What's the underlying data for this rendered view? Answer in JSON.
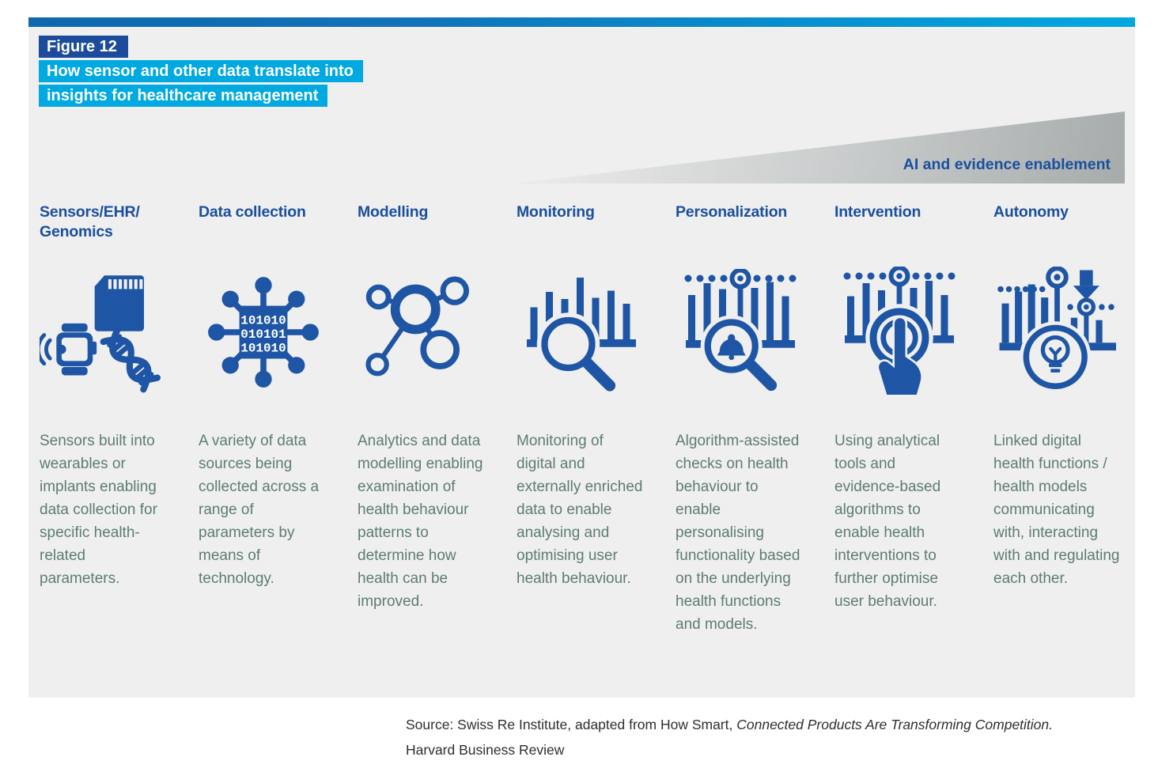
{
  "figure": {
    "label": "Figure 12",
    "title_line1": "How sensor and other data translate into",
    "title_line2": "insights for healthcare management"
  },
  "banner": {
    "label": "AI and evidence enablement"
  },
  "columns": [
    {
      "header": "Sensors/EHR/ Genomics",
      "icon": "wearables-sd-dna-icon",
      "description": "Sensors built into wearables or implants enabling data collection for specific health-related parameters."
    },
    {
      "header": "Data collection",
      "icon": "binary-data-hub-icon",
      "description": "A variety of data sources being collected across a range of parameters by means of technology."
    },
    {
      "header": "Modelling",
      "icon": "network-model-icon",
      "description": "Analytics and data modelling enabling examination of health behaviour patterns to determine how health can be improved."
    },
    {
      "header": "Monitoring",
      "icon": "bar-chart-magnifier-icon",
      "description": "Monitoring of digital and externally enriched data to enable analysing and optimising user health behaviour."
    },
    {
      "header": "Personalization",
      "icon": "bell-magnifier-icon",
      "description": "Algorithm-assisted checks on health behaviour to enable personalising functionality based on the underlying health functions and models."
    },
    {
      "header": "Intervention",
      "icon": "touch-press-icon",
      "description": "Using analytical tools and evidence-based algorithms to enable health interventions to further optimise user behaviour."
    },
    {
      "header": "Autonomy",
      "icon": "lightbulb-autonomy-icon",
      "description": "Linked digital health functions / health models communicating with, interacting with and regulating each other."
    }
  ],
  "icon_text": {
    "binary_lines": [
      "101010",
      "010101",
      "101010"
    ]
  },
  "source": {
    "prefix": "Source: Swiss Re Institute, adapted from How Smart, ",
    "italic": "Connected Products Are Transforming Competition.",
    "suffix": " Harvard Business Review"
  },
  "colors": {
    "accent_blue": "#1c4b9c",
    "header_blue": "#1a4f9d",
    "cyan": "#00a9e0",
    "icon_blue": "#1e55a4",
    "body_text": "#5d7c74",
    "panel_bg": "#efefef"
  }
}
